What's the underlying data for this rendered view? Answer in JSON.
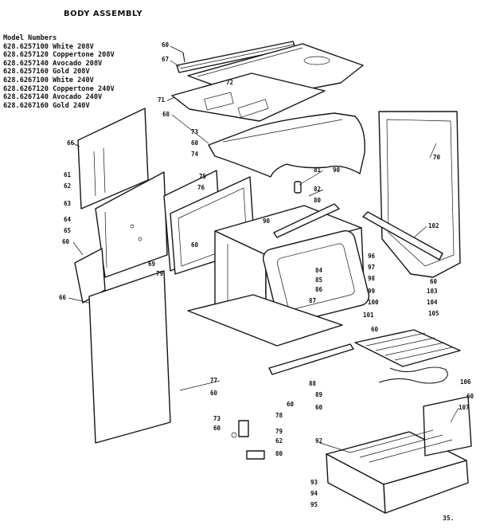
{
  "title": "BODY ASSEMBLY",
  "models_header": "Model Numbers",
  "models": [
    "628.6257100 White 208V",
    "628.6257120 Coppertone 208V",
    "628.6257140 Avocado 208V",
    "628.6257160 Gold 208V",
    "628.6267100 White 240V",
    "628.6267120 Coppertone 240V",
    "628.6267140 Avocado 240V",
    "628.6267160 Gold 240V"
  ],
  "callouts": [
    "60",
    "67",
    "72",
    "71",
    "68",
    "73",
    "60",
    "74",
    "75",
    "76",
    "66",
    "61",
    "62",
    "63",
    "64",
    "65",
    "60",
    "69",
    "79",
    "66",
    "60",
    "77",
    "60",
    "70",
    "81",
    "90",
    "82",
    "80",
    "90",
    "102",
    "96",
    "97",
    "98",
    "99",
    "84",
    "85",
    "86",
    "87",
    "60",
    "103",
    "104",
    "100",
    "101",
    "105",
    "60",
    "88",
    "89",
    "60",
    "60",
    "106",
    "60",
    "107",
    "78",
    "73",
    "60",
    "79",
    "62",
    "80",
    "92",
    "93",
    "94",
    "95"
  ],
  "page_number": "35."
}
